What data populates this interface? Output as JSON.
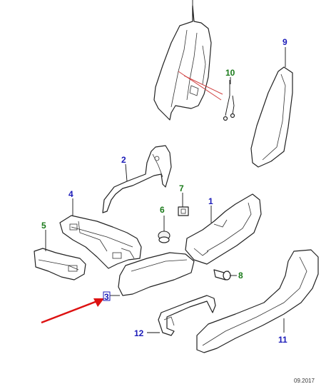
{
  "diagram": {
    "date_stamp": "09.2017",
    "colors": {
      "callout_blue": "#1a1ab8",
      "callout_green": "#1a7a1a",
      "arrow_red": "#dd1111",
      "hatch_red": "#d04040",
      "line": "#222222"
    },
    "callouts": [
      {
        "id": "1",
        "text": "1",
        "color": "blue"
      },
      {
        "id": "2",
        "text": "2",
        "color": "blue"
      },
      {
        "id": "3",
        "text": "3",
        "color": "blue"
      },
      {
        "id": "4",
        "text": "4",
        "color": "blue"
      },
      {
        "id": "5",
        "text": "5",
        "color": "green"
      },
      {
        "id": "6",
        "text": "6",
        "color": "green"
      },
      {
        "id": "7",
        "text": "7",
        "color": "green"
      },
      {
        "id": "8",
        "text": "8",
        "color": "green"
      },
      {
        "id": "9",
        "text": "9",
        "color": "blue"
      },
      {
        "id": "10",
        "text": "10",
        "color": "green"
      },
      {
        "id": "11",
        "text": "11",
        "color": "blue"
      },
      {
        "id": "12",
        "text": "12",
        "color": "blue"
      }
    ]
  }
}
